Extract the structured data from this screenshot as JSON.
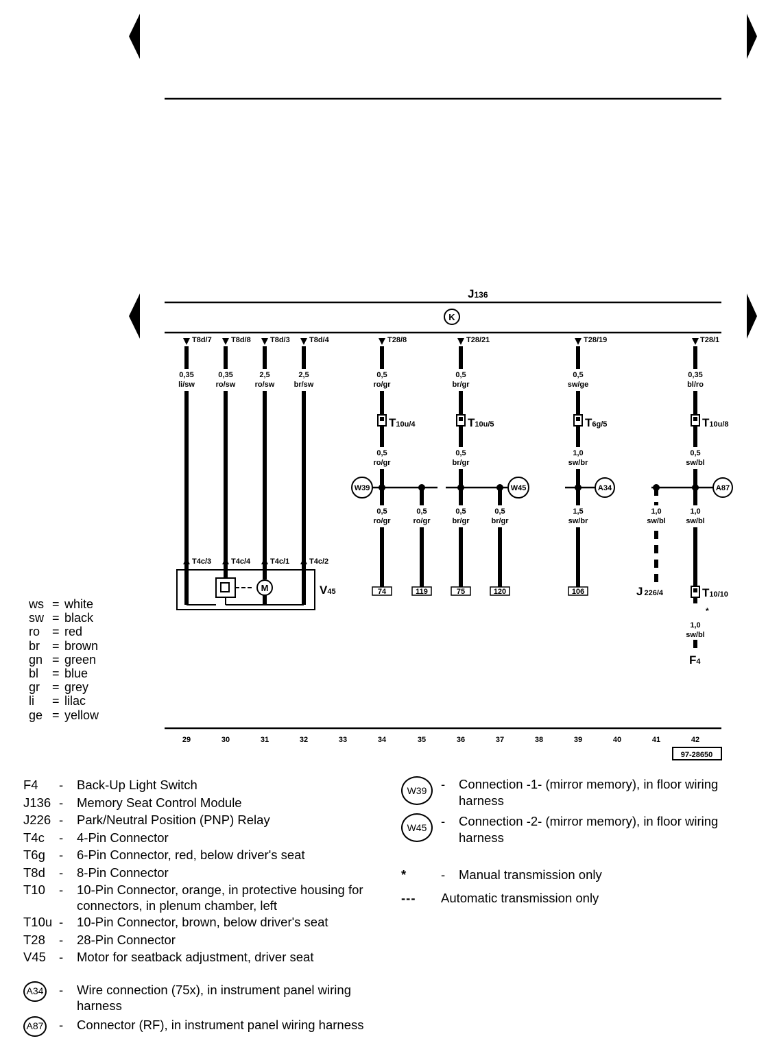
{
  "module": {
    "code": "J",
    "sub": "136",
    "symbol": "K"
  },
  "bottom_ref": "97-28650",
  "columns": [
    "29",
    "30",
    "31",
    "32",
    "33",
    "34",
    "35",
    "36",
    "37",
    "38",
    "39",
    "40",
    "41",
    "42"
  ],
  "wires_top": [
    {
      "pin": "T8d/7",
      "gauge": "0,35",
      "color": "li/sw"
    },
    {
      "pin": "T8d/8",
      "gauge": "0,35",
      "color": "ro/sw"
    },
    {
      "pin": "T8d/3",
      "gauge": "2,5",
      "color": "ro/sw"
    },
    {
      "pin": "T8d/4",
      "gauge": "2,5",
      "color": "br/sw"
    },
    {
      "pin": "T28/8",
      "gauge": "0,5",
      "color": "ro/gr"
    },
    {
      "pin": "T28/21",
      "gauge": "0,5",
      "color": "br/gr"
    },
    {
      "pin": "T28/19",
      "gauge": "0,5",
      "color": "sw/ge"
    },
    {
      "pin": "T28/1",
      "gauge": "0,35",
      "color": "bl/ro"
    }
  ],
  "connectors_mid": [
    {
      "code": "T",
      "sub": "10u/4"
    },
    {
      "code": "T",
      "sub": "10u/5"
    },
    {
      "code": "T",
      "sub": "6g/5"
    },
    {
      "code": "T",
      "sub": "10u/8"
    }
  ],
  "wires_mid": [
    {
      "gauge": "0,5",
      "color": "ro/gr"
    },
    {
      "gauge": "0,5",
      "color": "br/gr"
    },
    {
      "gauge": "1,0",
      "color": "sw/br"
    },
    {
      "gauge": "0,5",
      "color": "sw/bl"
    }
  ],
  "splices": [
    "W39",
    "W45",
    "A34",
    "A87"
  ],
  "wires_low": [
    {
      "gauge": "0,5",
      "color": "ro/gr"
    },
    {
      "gauge": "0,5",
      "color": "ro/gr"
    },
    {
      "gauge": "0,5",
      "color": "br/gr"
    },
    {
      "gauge": "0,5",
      "color": "br/gr"
    },
    {
      "gauge": "1,5",
      "color": "sw/br"
    },
    {
      "gauge": "1,0",
      "color": "sw/bl"
    },
    {
      "gauge": "1,0",
      "color": "sw/bl"
    }
  ],
  "motor_pins": [
    "T4c/3",
    "T4c/4",
    "T4c/1",
    "T4c/2"
  ],
  "motor": {
    "code": "V",
    "sub": "45",
    "symbol": "M"
  },
  "refs": [
    "74",
    "119",
    "75",
    "120",
    "106"
  ],
  "relay": {
    "code": "J",
    "sub": "226/4"
  },
  "t10": {
    "code": "T",
    "sub": "10/10"
  },
  "manual_mark": "*",
  "f4_wire": {
    "gauge": "1,0",
    "color": "sw/bl"
  },
  "switch": {
    "code": "F",
    "sub": "4"
  },
  "color_legend": [
    {
      "code": "ws",
      "name": "white"
    },
    {
      "code": "sw",
      "name": "black"
    },
    {
      "code": "ro",
      "name": "red"
    },
    {
      "code": "br",
      "name": "brown"
    },
    {
      "code": "gn",
      "name": "green"
    },
    {
      "code": "bl",
      "name": "blue"
    },
    {
      "code": "gr",
      "name": "grey"
    },
    {
      "code": "li",
      "name": "lilac"
    },
    {
      "code": "ge",
      "name": "yellow"
    }
  ],
  "legend_left": [
    {
      "code": "F4",
      "desc": "Back-Up Light Switch"
    },
    {
      "code": "J136",
      "desc": "Memory Seat Control Module"
    },
    {
      "code": "J226",
      "desc": "Park/Neutral Position (PNP) Relay"
    },
    {
      "code": "T4c",
      "desc": "4-Pin Connector"
    },
    {
      "code": "T6g",
      "desc": "6-Pin Connector, red,  below driver's seat"
    },
    {
      "code": "T8d",
      "desc": "8-Pin Connector"
    },
    {
      "code": "T10",
      "desc": "10-Pin Connector, orange, in protective housing for connectors, in plenum chamber, left"
    },
    {
      "code": "T10u",
      "desc": "10-Pin Connector, brown, below driver's seat"
    },
    {
      "code": "T28",
      "desc": "28-Pin Connector"
    },
    {
      "code": "V45",
      "desc": "Motor for seatback adjustment, driver seat"
    }
  ],
  "legend_left_symbols": [
    {
      "code": "A34",
      "desc": "Wire connection (75x), in instrument panel wiring harness"
    },
    {
      "code": "A87",
      "desc": "Connector (RF), in instrument panel wiring harness"
    }
  ],
  "legend_right": [
    {
      "code": "W39",
      "desc": "Connection -1- (mirror memory), in floor wiring harness"
    },
    {
      "code": "W45",
      "desc": "Connection -2- (mirror memory), in floor wiring harness"
    }
  ],
  "legend_notes": [
    {
      "symbol": "*",
      "desc": "Manual transmission only"
    },
    {
      "symbol": "---",
      "desc": "Automatic transmission only"
    }
  ],
  "dash": "-",
  "eq": "="
}
